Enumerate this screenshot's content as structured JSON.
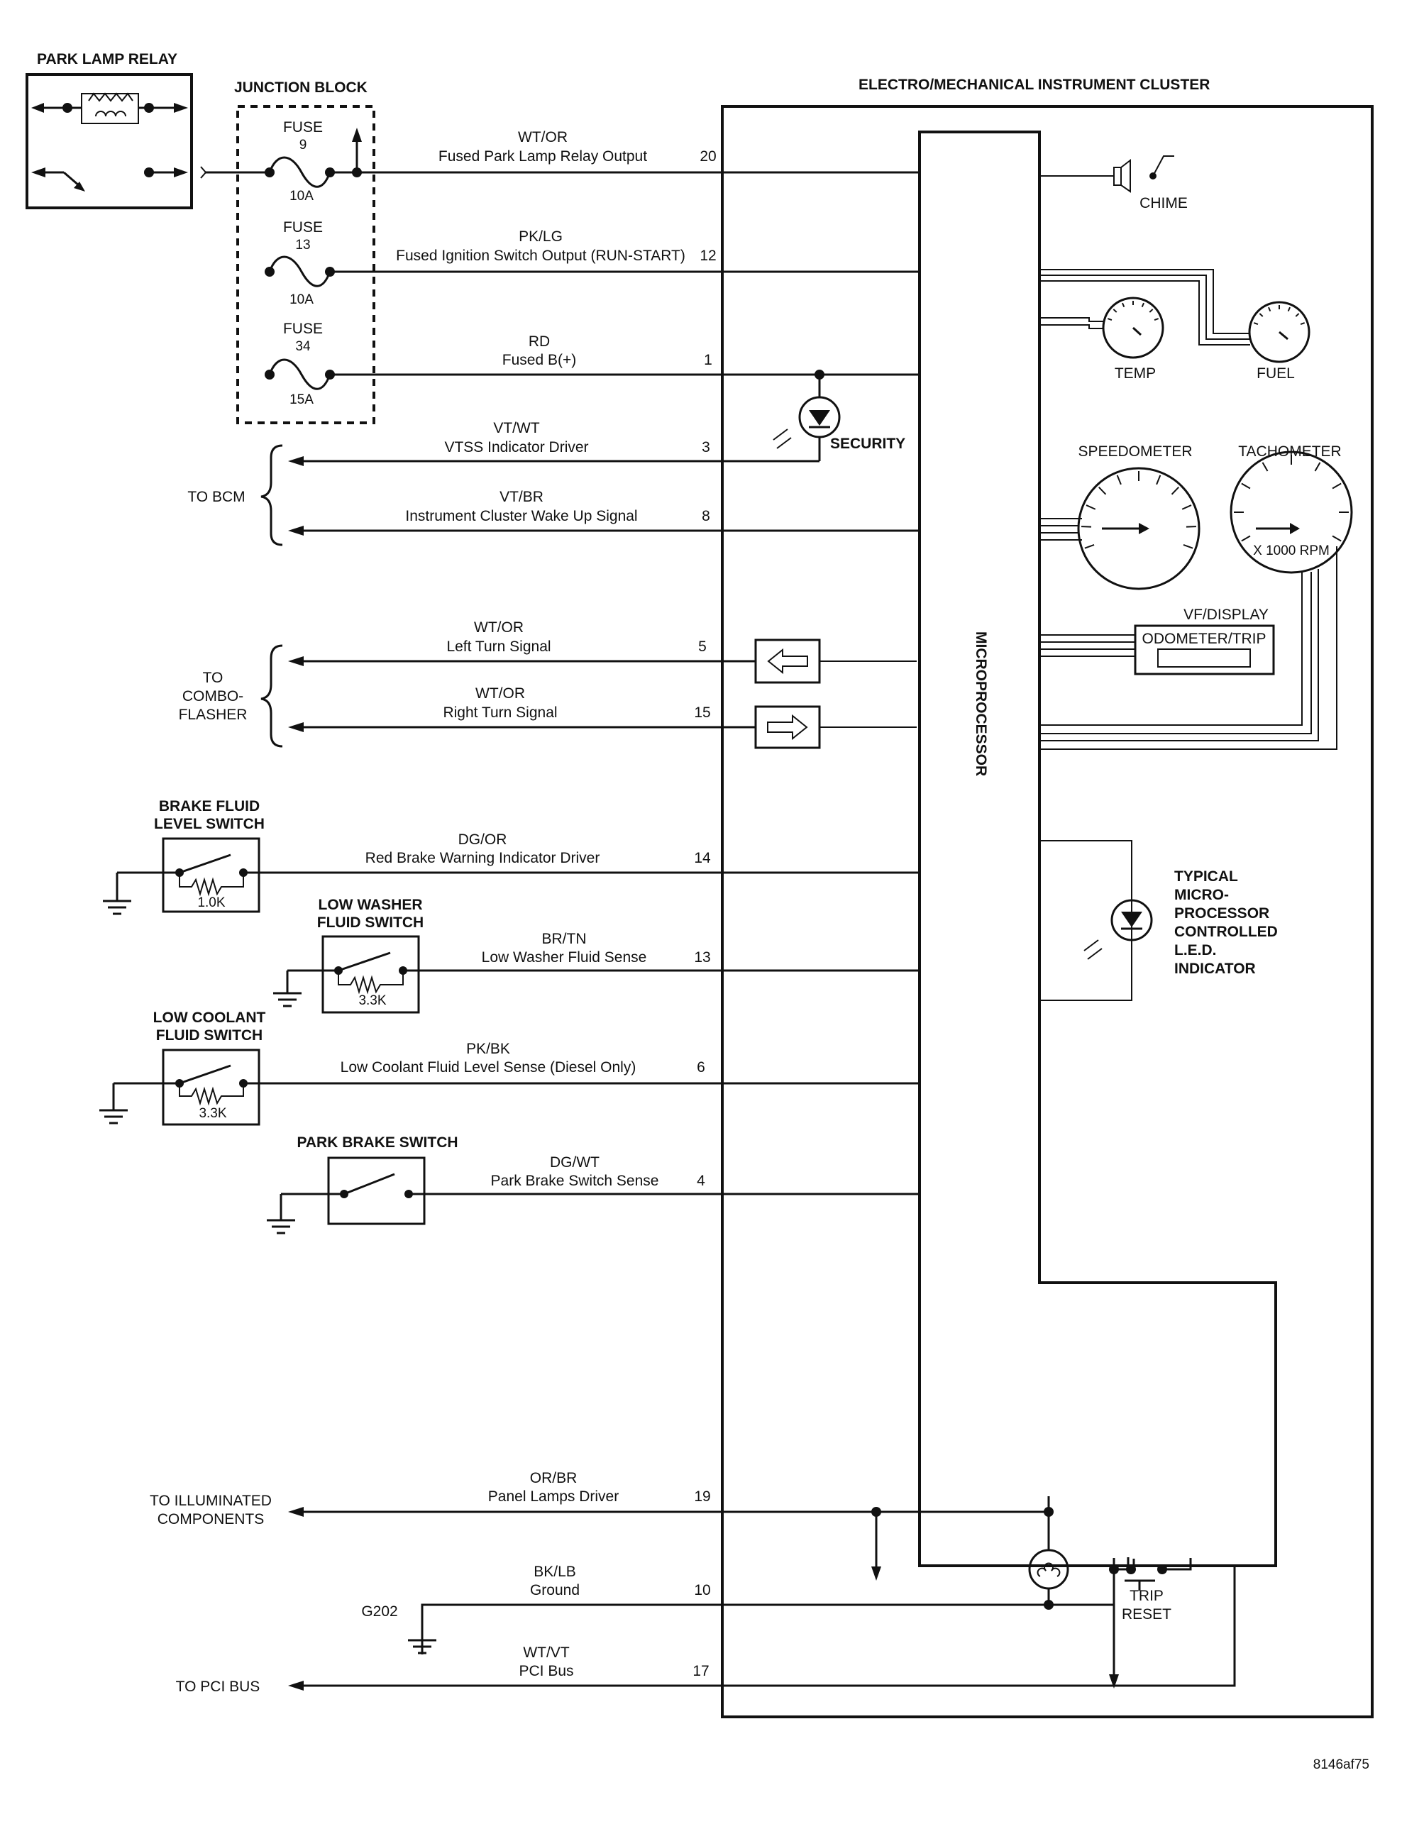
{
  "components": {
    "park_lamp_relay": "PARK LAMP RELAY",
    "junction_block": "JUNCTION BLOCK",
    "cluster": "ELECTRO/MECHANICAL INSTRUMENT CLUSTER",
    "microprocessor": "MICROPROCESSOR",
    "chime": "CHIME",
    "temp": "TEMP",
    "fuel": "FUEL",
    "speedometer": "SPEEDOMETER",
    "tachometer": "TACHOMETER",
    "tach_scale": "X 1000 RPM",
    "vf_display": "VF/DISPLAY",
    "odometer_trip": "ODOMETER/TRIP",
    "security": "SECURITY",
    "typical_led": [
      "TYPICAL",
      "MICRO-",
      "PROCESSOR",
      "CONTROLLED",
      "L.E.D.",
      "INDICATOR"
    ],
    "trip_reset": [
      "TRIP",
      "RESET"
    ],
    "g202": "G202",
    "brake_fluid_switch": [
      "BRAKE FLUID",
      "LEVEL SWITCH"
    ],
    "low_washer_switch": [
      "LOW WASHER",
      "FLUID SWITCH"
    ],
    "low_coolant_switch": [
      "LOW COOLANT",
      "FLUID SWITCH"
    ],
    "park_brake_switch": "PARK BRAKE SWITCH"
  },
  "fuses": [
    {
      "label": "FUSE",
      "number": "9",
      "rating": "10A"
    },
    {
      "label": "FUSE",
      "number": "13",
      "rating": "10A"
    },
    {
      "label": "FUSE",
      "number": "34",
      "rating": "15A"
    }
  ],
  "resistors": [
    "1.0K",
    "3.3K",
    "3.3K"
  ],
  "destinations": {
    "bcm": "TO BCM",
    "combo_flasher": [
      "TO",
      "COMBO-",
      "FLASHER"
    ],
    "illuminated": [
      "TO ILLUMINATED",
      "COMPONENTS"
    ],
    "pci_bus": "TO PCI BUS"
  },
  "circuits": [
    {
      "color": "WT/OR",
      "name": "Fused Park Lamp Relay Output",
      "pin": "20"
    },
    {
      "color": "PK/LG",
      "name": "Fused Ignition Switch Output (RUN-START)",
      "pin": "12"
    },
    {
      "color": "RD",
      "name": "Fused B(+)",
      "pin": "1"
    },
    {
      "color": "VT/WT",
      "name": "VTSS Indicator Driver",
      "pin": "3"
    },
    {
      "color": "VT/BR",
      "name": "Instrument Cluster Wake Up Signal",
      "pin": "8"
    },
    {
      "color": "WT/OR",
      "name": "Left Turn Signal",
      "pin": "5"
    },
    {
      "color": "WT/OR",
      "name": "Right Turn Signal",
      "pin": "15"
    },
    {
      "color": "DG/OR",
      "name": "Red Brake Warning Indicator Driver",
      "pin": "14"
    },
    {
      "color": "BR/TN",
      "name": "Low Washer Fluid Sense",
      "pin": "13"
    },
    {
      "color": "PK/BK",
      "name": "Low Coolant Fluid Level Sense (Diesel Only)",
      "pin": "6"
    },
    {
      "color": "DG/WT",
      "name": "Park Brake Switch Sense",
      "pin": "4"
    },
    {
      "color": "OR/BR",
      "name": "Panel Lamps Driver",
      "pin": "19"
    },
    {
      "color": "BK/LB",
      "name": "Ground",
      "pin": "10"
    },
    {
      "color": "WT/VT",
      "name": "PCI Bus",
      "pin": "17"
    }
  ],
  "figure_id": "8146af75"
}
